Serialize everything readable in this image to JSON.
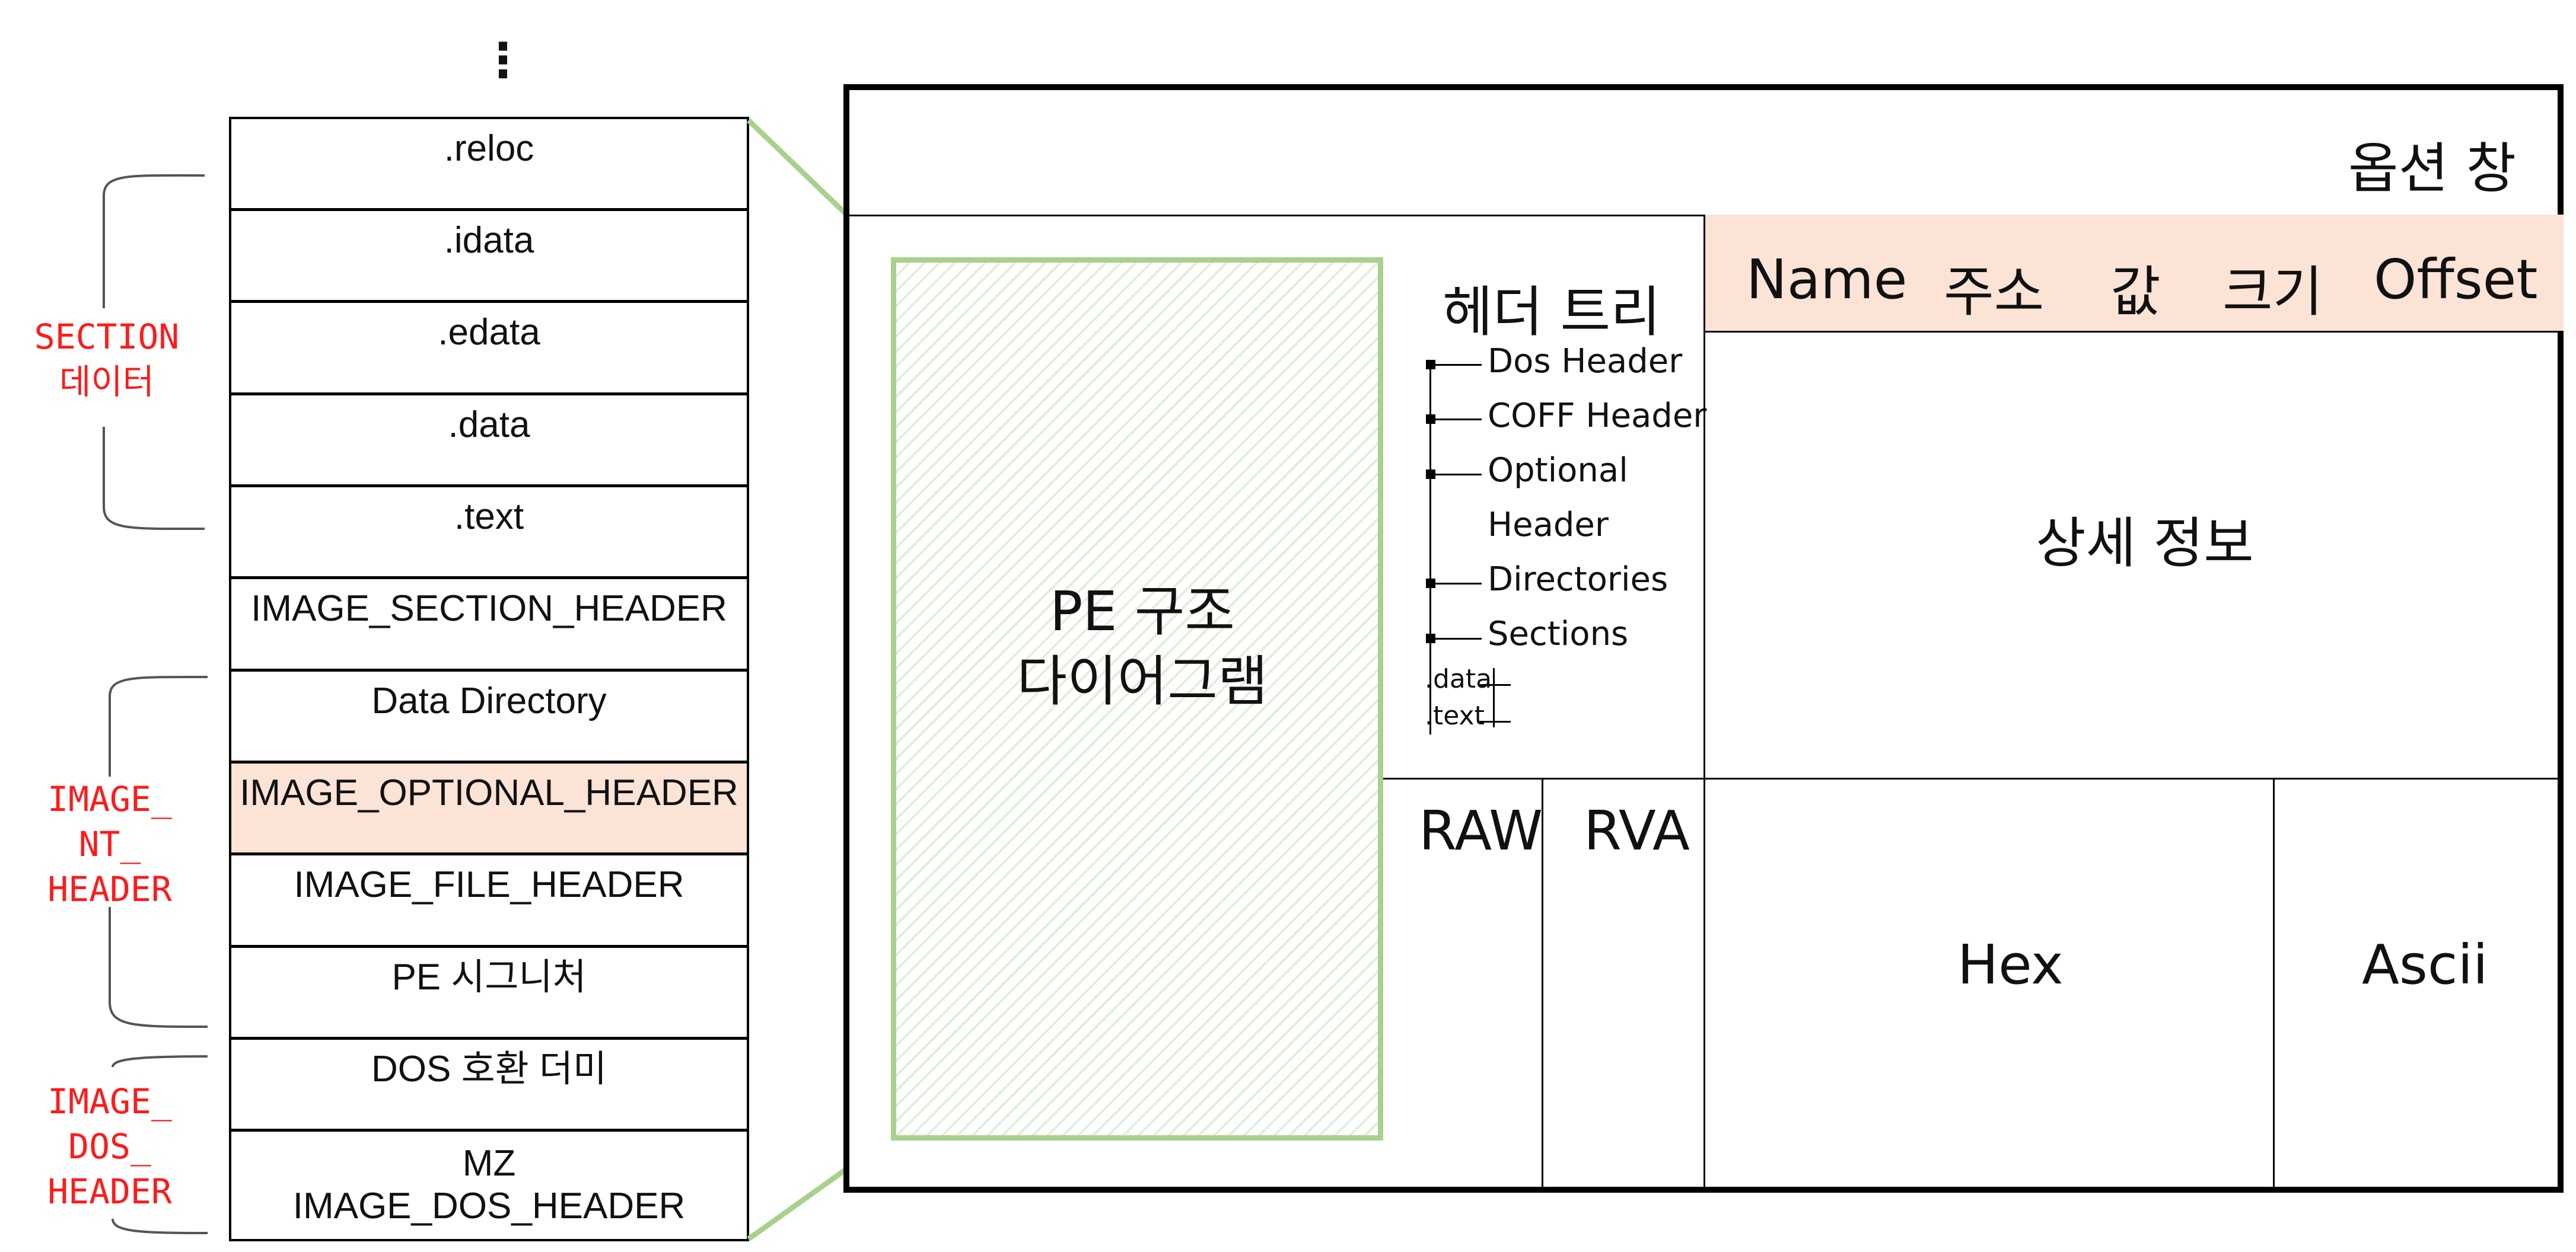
{
  "stack": {
    "ellipsis": "⋮",
    "cells": [
      {
        "label": ".reloc"
      },
      {
        "label": ".idata"
      },
      {
        "label": ".edata"
      },
      {
        "label": ".data"
      },
      {
        "label": ".text"
      },
      {
        "label": "IMAGE_SECTION_HEADER"
      },
      {
        "label": "Data Directory"
      },
      {
        "label": "IMAGE_OPTIONAL_HEADER"
      },
      {
        "label": "IMAGE_FILE_HEADER"
      },
      {
        "label": "PE 시그니처"
      },
      {
        "label": "DOS 호환 더미"
      },
      {
        "label": "MZ\nIMAGE_DOS_HEADER"
      }
    ],
    "highlight_index": 7,
    "highlight_color": "#fbe3d6"
  },
  "groups": {
    "section": "SECTION\n데이터",
    "nt_header": "IMAGE_\nNT_\nHEADER",
    "dos_header": "IMAGE_\nDOS_\nHEADER",
    "label_color": "#ff1a1a"
  },
  "window": {
    "option_title": "옵션 창",
    "columns": [
      "Name",
      "주소",
      "값",
      "크기",
      "Offset"
    ],
    "diagram_label": "PE 구조\n다이어그램",
    "diagram_border_color": "#a9d18e",
    "tree": {
      "title": "헤더 트리",
      "items": [
        "Dos Header",
        "COFF Header",
        "Optional",
        "Header",
        "Directories",
        "Sections"
      ],
      "subitems": [
        ".data",
        ".text"
      ]
    },
    "detail_label": "상세 정보",
    "raw_label": "RAW",
    "rva_label": "RVA",
    "hex_label": "Hex",
    "ascii_label": "Ascii"
  }
}
